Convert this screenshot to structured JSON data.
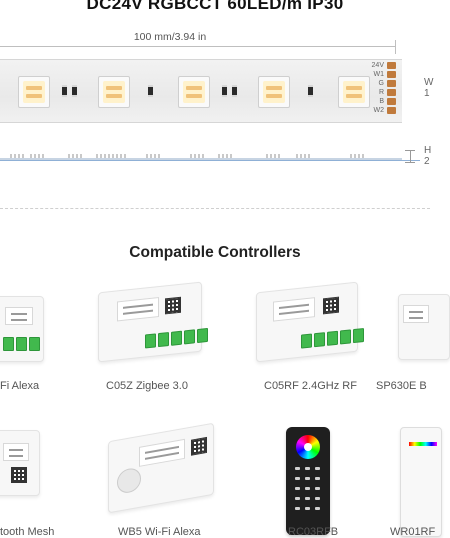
{
  "header": {
    "title": "DC24V RGBCCT 60LED/m IP30"
  },
  "dimensions": {
    "length_label": "100 mm/3.94 in",
    "width_label_partial": "W",
    "height_label_partial": "H",
    "width_value_partial": "1",
    "height_value_partial": "2"
  },
  "strip_pads": [
    "24V",
    "W1",
    "G",
    "R",
    "B",
    "W2"
  ],
  "section": {
    "title": "Compatible Controllers"
  },
  "controllers": [
    {
      "caption": "Fi Alexa"
    },
    {
      "caption": "C05Z Zigbee 3.0"
    },
    {
      "caption": "C05RF 2.4GHz RF"
    },
    {
      "caption": "SP630E B"
    },
    {
      "caption": "tooth Mesh"
    },
    {
      "caption": "WB5 Wi-Fi Alexa"
    },
    {
      "caption": "RC03RFB"
    },
    {
      "caption": "WR01RF"
    }
  ],
  "colors": {
    "copper_pad": "#c07a3c",
    "terminal_green": "#3bb54a",
    "led_warm": "#f0c27a"
  }
}
